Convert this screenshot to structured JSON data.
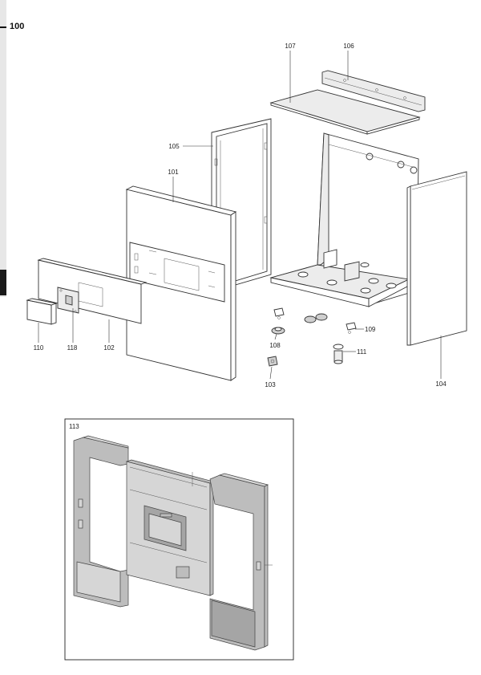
{
  "page": {
    "number": "100"
  },
  "callouts": {
    "c101": "101",
    "c102": "102",
    "c103": "103",
    "c104": "104",
    "c105": "105",
    "c106": "106",
    "c107": "107",
    "c108": "108",
    "c109": "109",
    "c110": "110",
    "c111": "111",
    "c113": "113",
    "c118": "118"
  }
}
